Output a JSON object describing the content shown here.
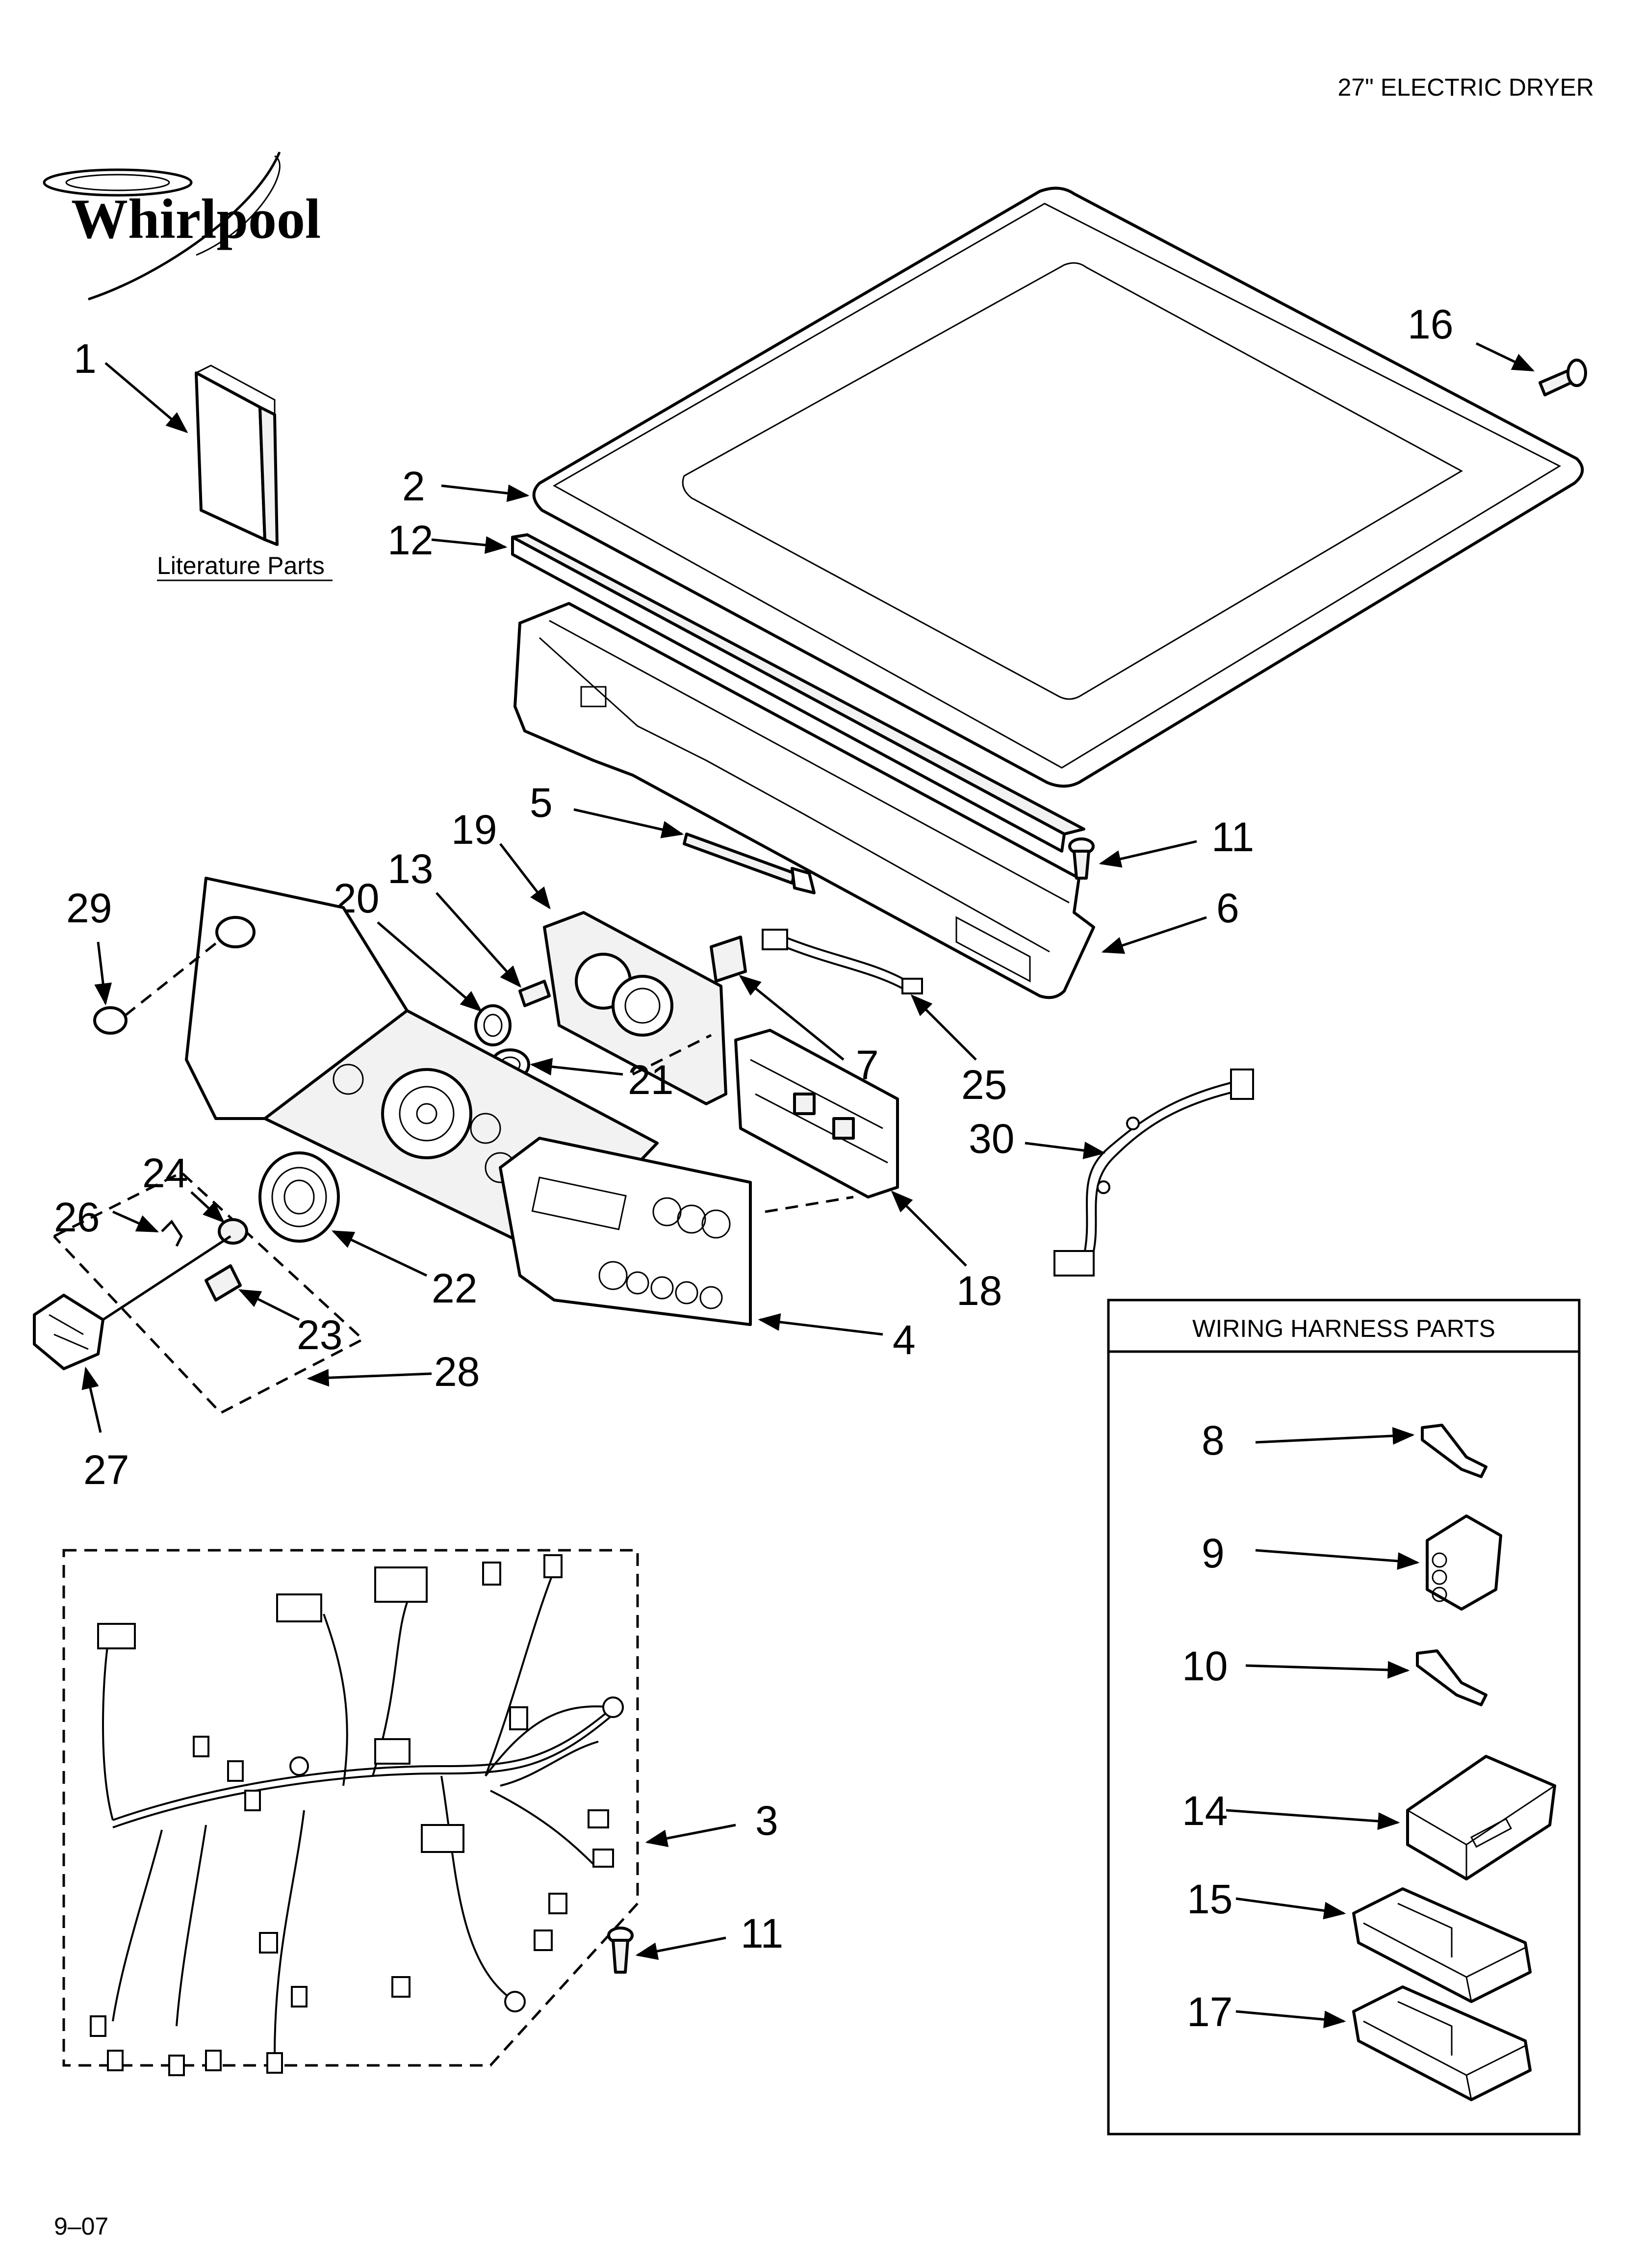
{
  "header": {
    "title": "27\" ELECTRIC DRYER",
    "brand": "Whirlpool"
  },
  "literature": {
    "label": "Literature Parts"
  },
  "wiring_box": {
    "title": "WIRING HARNESS PARTS"
  },
  "footer": {
    "code": "9–07"
  },
  "callouts": {
    "c1": "1",
    "c2": "2",
    "c3": "3",
    "c4": "4",
    "c5": "5",
    "c6": "6",
    "c7": "7",
    "c8": "8",
    "c9": "9",
    "c10": "10",
    "c11a": "11",
    "c11b": "11",
    "c12": "12",
    "c13": "13",
    "c14": "14",
    "c15": "15",
    "c16": "16",
    "c17": "17",
    "c18": "18",
    "c19": "19",
    "c20": "20",
    "c21": "21",
    "c22": "22",
    "c23": "23",
    "c24": "24",
    "c25": "25",
    "c26": "26",
    "c27": "27",
    "c28": "28",
    "c29": "29",
    "c30": "30"
  }
}
